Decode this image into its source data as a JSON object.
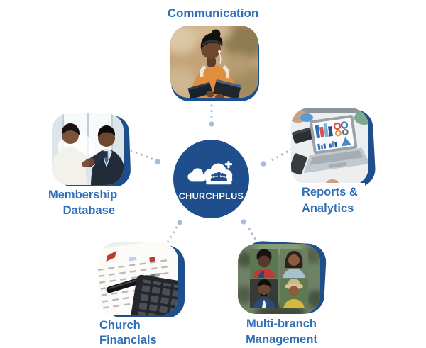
{
  "diagram": {
    "name": "Churchplus features hub diagram",
    "center": {
      "label": "CHURCHPLUS",
      "logo_icon": "cloud-people-cross-icon",
      "circle_color": "#1E4E8C"
    },
    "style": {
      "label_text_color": "#2E6FB7",
      "connector_dot_color": "#A7BCD6",
      "accent_navy": "#1E4E8C",
      "background": "#FFFFFF"
    },
    "nodes": [
      {
        "id": "communication",
        "position": "top",
        "lines": [
          "Communication"
        ],
        "photo": "woman-reading-tablet-outdoors"
      },
      {
        "id": "membership-database",
        "position": "left",
        "lines": [
          "Membership",
          "Database"
        ],
        "photo": "business-handshake"
      },
      {
        "id": "reports-analytics",
        "position": "right",
        "lines": [
          "Reports &",
          "Analytics"
        ],
        "photo": "laptop-with-charts"
      },
      {
        "id": "church-financials",
        "position": "bottom-left",
        "lines": [
          "Church",
          "Financials"
        ],
        "photo": "pen-calculator-ledger"
      },
      {
        "id": "multi-branch-management",
        "position": "bottom-right",
        "lines": [
          "Multi-branch",
          "Management"
        ],
        "photo": "people-portrait-collage"
      }
    ]
  }
}
